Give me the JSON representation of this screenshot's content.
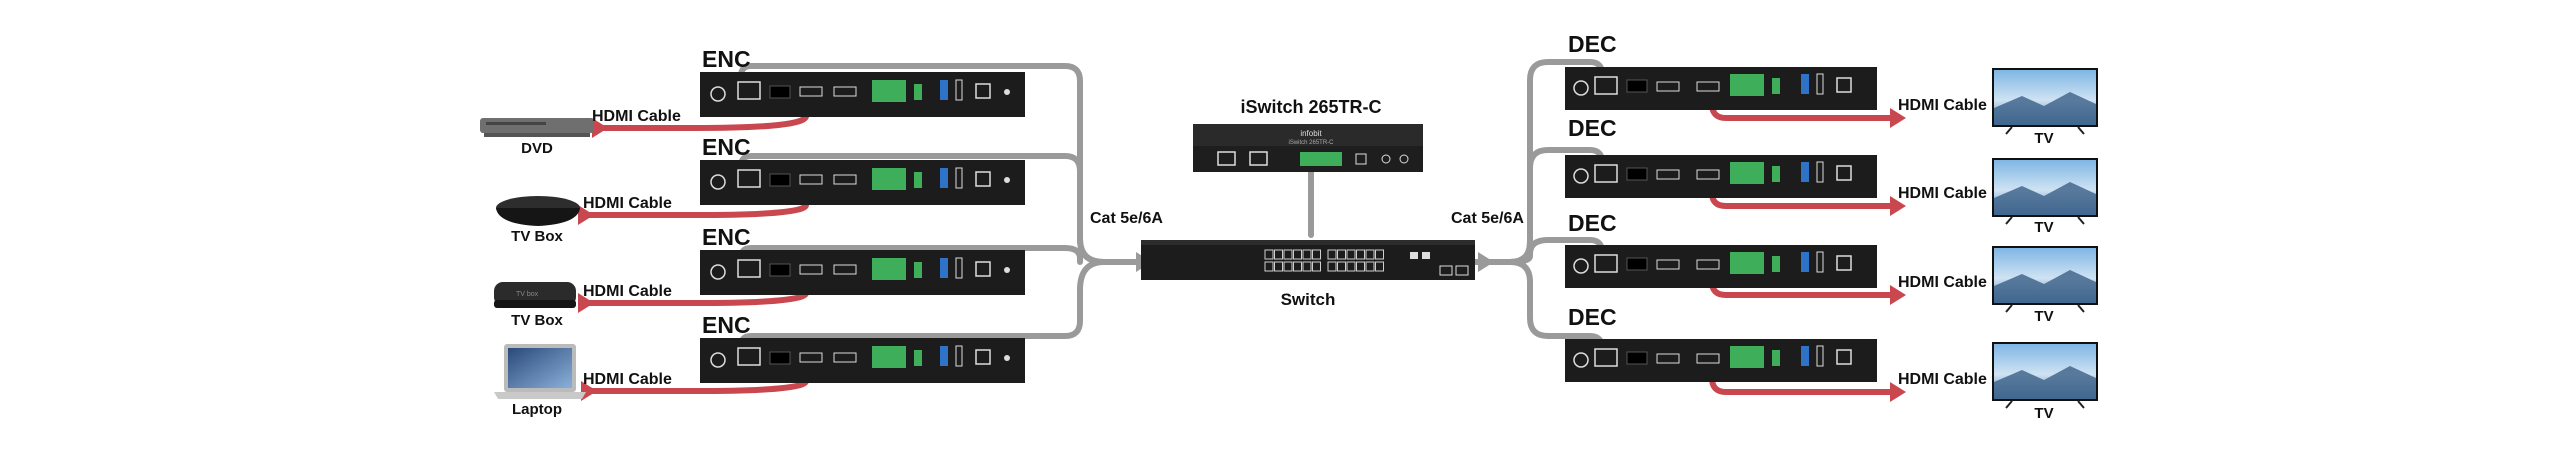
{
  "title": "iSwitch 265TR-C",
  "switch_label": "Switch",
  "switch_brand": "infobit",
  "switch_model": "iSwitch 265TR-C",
  "cable_cat": "Cat  5e/6A",
  "encoder_label": "ENC",
  "decoder_label": "DEC",
  "hdmi_cable_label": "HDMI Cable",
  "sources": [
    {
      "label": "DVD",
      "icon": "dvd-player-icon"
    },
    {
      "label": "TV Box",
      "icon": "tv-box-icon"
    },
    {
      "label": "TV Box",
      "icon": "tv-box-icon"
    },
    {
      "label": "Laptop",
      "icon": "laptop-icon"
    }
  ],
  "displays": [
    {
      "label": "TV",
      "icon": "tv-icon"
    },
    {
      "label": "TV",
      "icon": "tv-icon"
    },
    {
      "label": "TV",
      "icon": "tv-icon"
    },
    {
      "label": "TV",
      "icon": "tv-icon"
    }
  ],
  "colors": {
    "hdmi_cable": "#c9474f",
    "network_cable": "#9a9a9a",
    "device_body": "#1c1c1c",
    "terminal_block": "#3fae5a",
    "usb_port": "#2f73c8"
  }
}
